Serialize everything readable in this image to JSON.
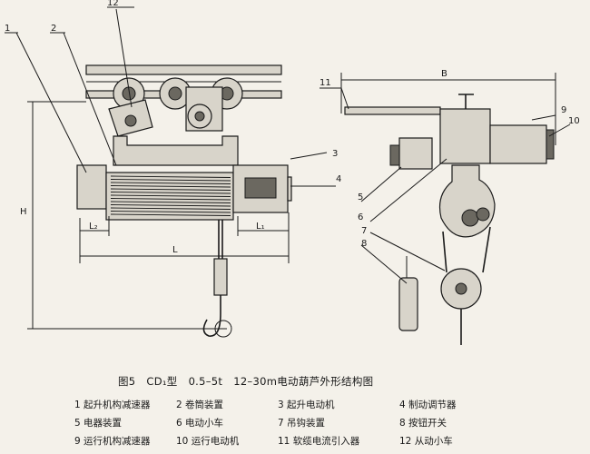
{
  "caption": {
    "figure": "图5",
    "type": "CD₁型",
    "load": "0.5–5t",
    "height": "12–30m电动葫芦外形结构图"
  },
  "callouts": [
    "1",
    "2",
    "12",
    "3",
    "4",
    "5",
    "6",
    "7",
    "8",
    "9",
    "10",
    "11"
  ],
  "dimensions": {
    "H": "H",
    "L": "L",
    "L1": "L₁",
    "L2": "L₂",
    "B": "B"
  },
  "legend": [
    "1 起升机构减速器",
    "2 卷筒装置",
    "3 起升电动机",
    "4 制动调节器",
    "5 电器装置",
    "6 电动小车",
    "7 吊钩装置",
    "8 按钮开关",
    "9 运行机构减速器",
    "10 运行电动机",
    "11 软缆电流引入器",
    "12 从动小车"
  ]
}
